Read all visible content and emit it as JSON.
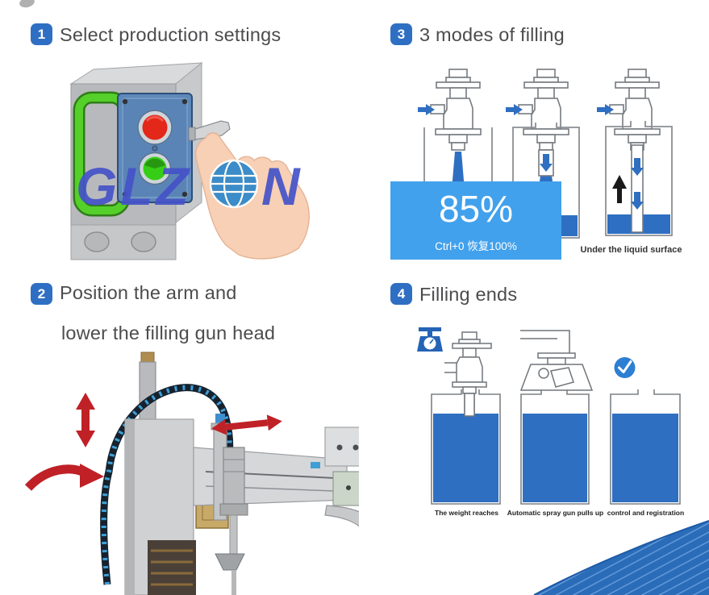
{
  "steps": {
    "step1": {
      "number": "1",
      "title": "Select production settings"
    },
    "step2": {
      "number": "2",
      "title_line1": "Position the arm and",
      "title_line2": "lower the filling gun head"
    },
    "step3": {
      "number": "3",
      "title": "3 modes of filling"
    },
    "step4": {
      "number": "4",
      "title": "Filling ends"
    }
  },
  "mode3_caption": "Under the liquid surface",
  "filling_end_captions": [
    "The weight reaches",
    "Automatic spray gun pulls up",
    "control and registration"
  ],
  "zoom_indicator": {
    "percent": "85%",
    "restore_hint": "Ctrl+0 恢复100%"
  },
  "watermark": {
    "prefix": "GLZ",
    "suffix": "N"
  },
  "icons": [
    "globe-icon",
    "scale-icon",
    "check-icon",
    "down-arrow-icon",
    "up-arrow-icon",
    "flow-arrow-icon"
  ],
  "colors": {
    "badge_blue": "#2f6fc3",
    "overlay_blue": "#42a1ec",
    "liquid_blue": "#2e6fc1",
    "arrow_red": "#bf2126",
    "corner_wave_blue": "#2a6cb8",
    "watermark_blue": "#4553c8",
    "globe_blue": "#2c87ca",
    "title_gray": "#4c4c4e"
  }
}
